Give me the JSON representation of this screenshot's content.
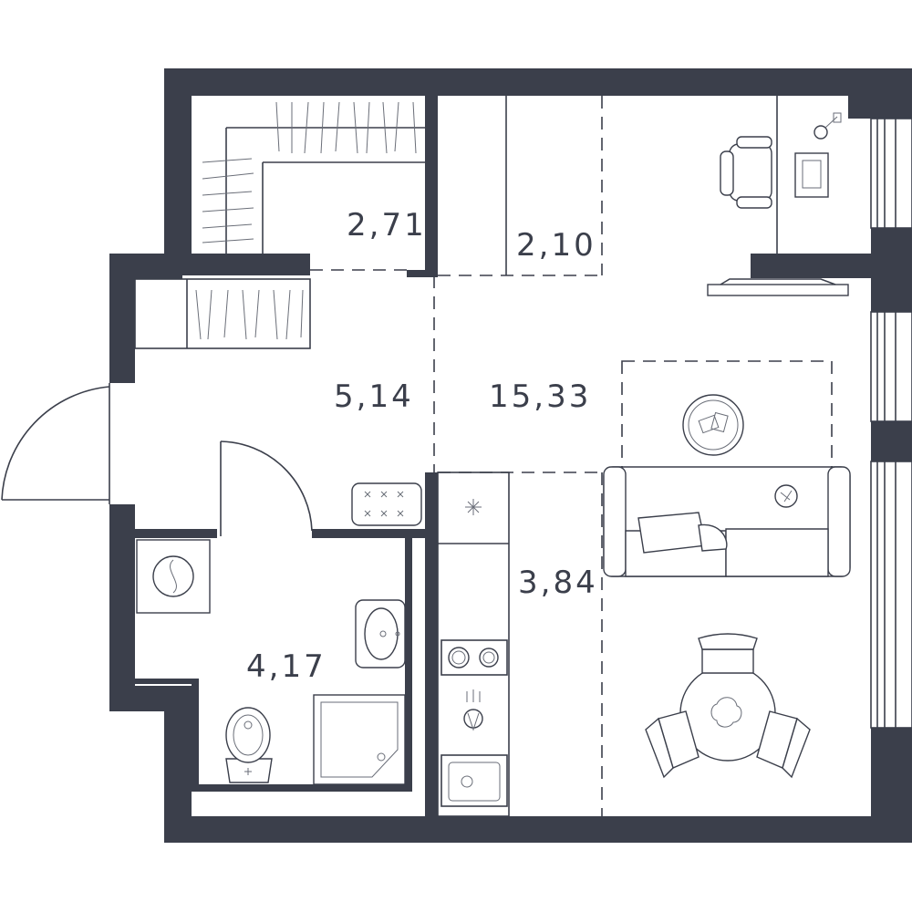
{
  "floor_plan": {
    "rooms": [
      {
        "id": "wardrobe",
        "area": "2,71"
      },
      {
        "id": "storage",
        "area": "2,10"
      },
      {
        "id": "hallway",
        "area": "5,14"
      },
      {
        "id": "living",
        "area": "15,33"
      },
      {
        "id": "bathroom",
        "area": "4,17"
      },
      {
        "id": "kitchen",
        "area": "3,84"
      }
    ]
  },
  "colors": {
    "wall": "#3b3f4b",
    "background": "#ffffff"
  }
}
